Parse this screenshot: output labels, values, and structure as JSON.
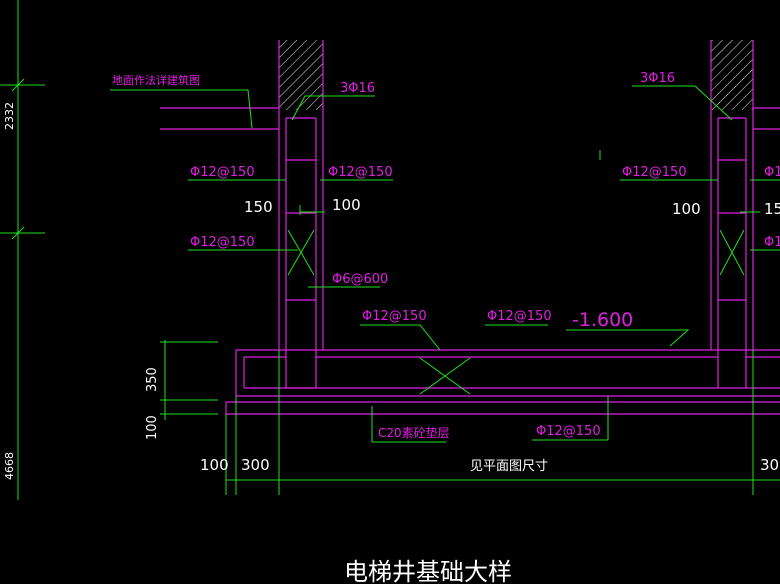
{
  "drawing": {
    "title": "电梯井基础大样",
    "left_dims": {
      "upper": "2332",
      "lower": "4668"
    },
    "labels": {
      "floor_note": "地面作法详建筑图",
      "bar_3phi16_left": "3Φ16",
      "bar_3phi16_right": "3Φ16",
      "phi12_left_top": "Φ12@150",
      "phi12_left_inner": "Φ12@150",
      "phi12_left_mid": "Φ12@150",
      "phi12_right_top": "Φ12@150",
      "phi12_right_edge": "Φ1",
      "phi12_right_edge2": "Φ1",
      "phi6": "Φ6@600",
      "phi12_slab_left": "Φ12@150",
      "phi12_slab_right": "Φ12@150",
      "phi12_bottom": "Φ12@150",
      "cushion": "C20素砼垫层",
      "elevation": "-1.600",
      "see_plan": "见平面图尺寸"
    },
    "dims": {
      "d150": "150",
      "d100_left": "100",
      "d100_right": "100",
      "d15_right": "15",
      "d350": "350",
      "d100_vert": "100",
      "d100_bottom": "100",
      "d300_left": "300",
      "d30_right": "30"
    },
    "colors": {
      "background": "#000000",
      "magenta": "#e020e0",
      "green": "#20e020",
      "white": "#ffffff"
    }
  }
}
